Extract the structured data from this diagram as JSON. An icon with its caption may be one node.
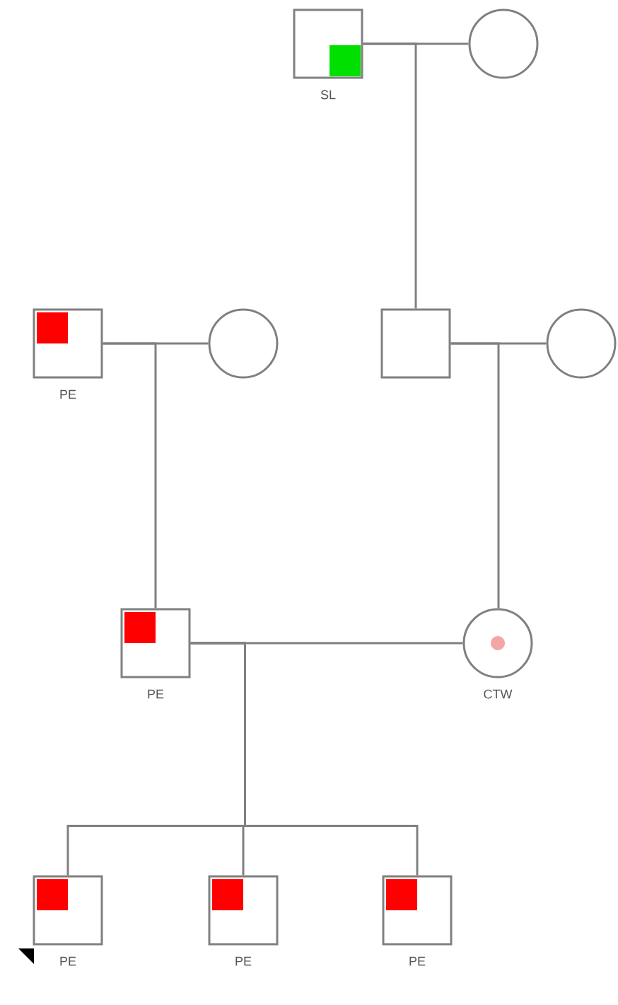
{
  "diagram": {
    "nodes": [
      {
        "text": [],
        "shape": "box",
        "beside": [
          "SL"
        ]
      },
      {
        "text": [],
        "shape": "circle"
      },
      {
        "text": [],
        "shape": "box",
        "beside": [
          "PE"
        ]
      },
      {
        "text": [],
        "shape": "circle"
      },
      {
        "text": [],
        "shape": "box"
      },
      {
        "text": [],
        "shape": "circle"
      },
      {
        "text": [],
        "shape": "box",
        "beside": [
          "PE"
        ]
      },
      {
        "text": [],
        "shape": "circle",
        "beside": [
          "CTW"
        ]
      },
      {
        "text": [],
        "shape": "box",
        "beside": [
          "PE"
        ]
      },
      {
        "text": [],
        "shape": "box",
        "beside": [
          "PE"
        ]
      },
      {
        "text": [],
        "shape": "box",
        "beside": [
          "PE"
        ]
      }
    ],
    "edges": [
      {
        "from": 0,
        "to": 1,
        "arrow": "none"
      },
      {
        "from": 0,
        "to": 4,
        "arrow": "none"
      },
      {
        "from": 2,
        "to": 3,
        "arrow": "none"
      },
      {
        "from": 2,
        "to": 6,
        "arrow": "none"
      },
      {
        "from": 4,
        "to": 5,
        "arrow": "none"
      },
      {
        "from": 4,
        "to": 7,
        "arrow": "none"
      },
      {
        "from": 6,
        "to": 7,
        "arrow": "none"
      },
      {
        "from": 6,
        "to": 8,
        "arrow": "none"
      },
      {
        "from": 6,
        "to": 9,
        "arrow": "none"
      },
      {
        "from": 6,
        "to": 10,
        "arrow": "none"
      }
    ]
  }
}
